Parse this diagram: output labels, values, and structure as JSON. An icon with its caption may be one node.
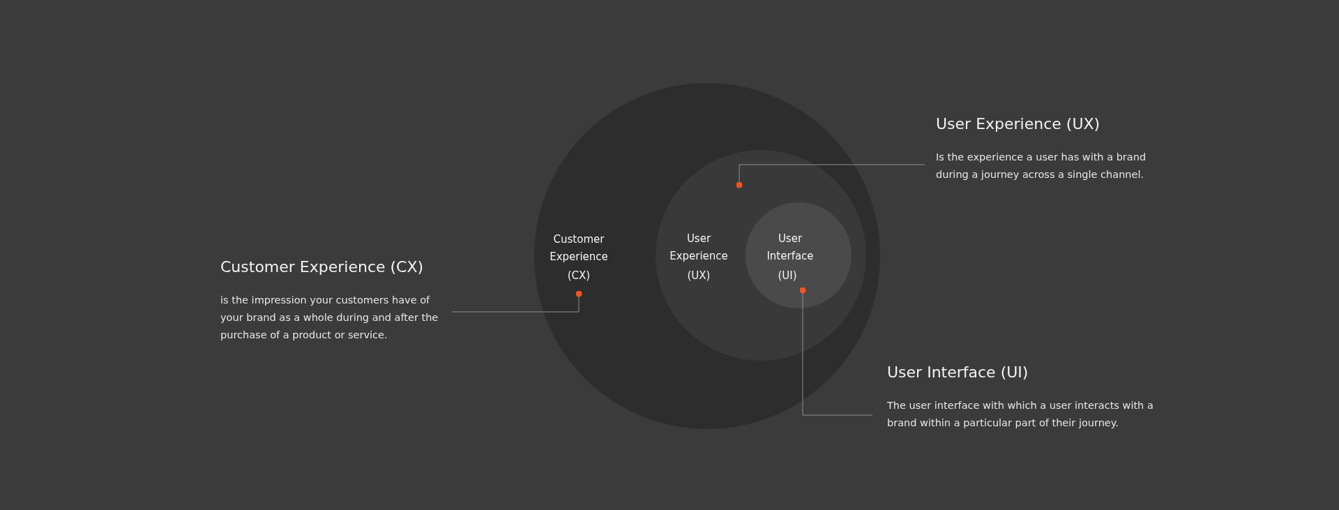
{
  "diagram": {
    "nodes": [
      {
        "text": [
          "Customer Experience",
          "(CX)"
        ]
      },
      {
        "text": [
          "User Experience",
          "(UX)"
        ],
        "in": 0
      },
      {
        "text": [
          "User Interface",
          "(UI)"
        ],
        "in": 1
      },
      {
        "text": [
          "User Experience (UX)",
          "Is the experience a user has with a brand during a journey across a single channel."
        ]
      },
      {
        "text": [
          "Customer Experience (CX)",
          "is the impression your customers have of your brand as a whole during and after the purchase of a product or service."
        ]
      },
      {
        "text": [
          "User Interface (UI)",
          "The user interface with which a user interacts with a brand within a particular part of their journey."
        ]
      }
    ],
    "edges": [
      {
        "from": 3,
        "to": 1,
        "arrow": "other"
      },
      {
        "from": 4,
        "to": 0,
        "arrow": "other"
      },
      {
        "from": 5,
        "to": 2,
        "arrow": "other"
      }
    ]
  }
}
